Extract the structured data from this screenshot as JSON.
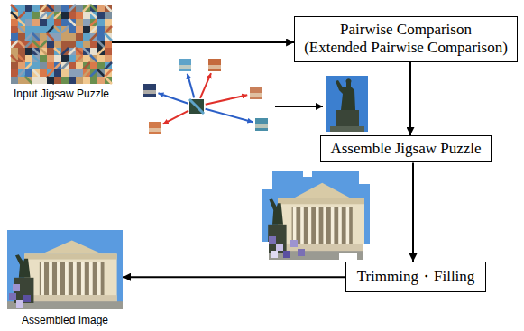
{
  "diagram": {
    "nodes": [
      {
        "text": [
          "Input Jigsaw Puzzle"
        ]
      },
      {
        "text": [
          "Pairwise Comparison",
          "(Extended Pairwise Comparison)"
        ]
      },
      {
        "text": [
          "Assemble Jigsaw Puzzle"
        ]
      },
      {
        "text": [
          "Trimming・Filling"
        ]
      },
      {
        "text": [
          "Assembled Image"
        ]
      }
    ],
    "edges": [
      {
        "from": 0,
        "to": 1,
        "arrow": "to"
      },
      {
        "from": 1,
        "to": 2,
        "arrow": "to"
      },
      {
        "from": 2,
        "to": 3,
        "arrow": "to"
      },
      {
        "from": 3,
        "to": 4,
        "arrow": "to"
      }
    ]
  }
}
